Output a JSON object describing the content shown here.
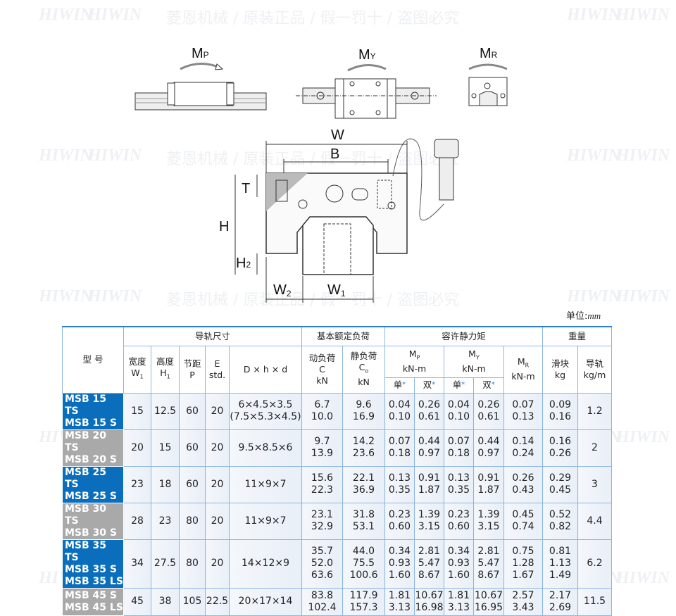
{
  "watermark": {
    "brand": "HIWIN",
    "slogan": "菱恩机械 / 原装正品 / 假一罚十 / 盗图必究"
  },
  "diagram": {
    "moments": [
      {
        "M": "M",
        "sub": "P"
      },
      {
        "M": "M",
        "sub": "Y"
      },
      {
        "M": "M",
        "sub": "R"
      }
    ],
    "dims": {
      "W": "W",
      "B": "B",
      "T": "T",
      "H": "H",
      "H2": "H",
      "H2_sub": "2",
      "W2": "W",
      "W2_sub": "2",
      "W1": "W",
      "W1_sub": "1"
    }
  },
  "unit": {
    "label": "单位:",
    "value": "mm"
  },
  "table": {
    "head": {
      "model": "型 号",
      "rail_dims": "导轨尺寸",
      "load": "基本额定负荷",
      "moment": "容许静力矩",
      "weight": "重量",
      "w1": [
        "宽度",
        "W",
        "1"
      ],
      "h1": [
        "高度",
        "H",
        "1"
      ],
      "p": [
        "节距",
        "P"
      ],
      "e": [
        "E",
        "std."
      ],
      "dhd": "D × h × d",
      "c": [
        "动负荷",
        "C",
        "kN"
      ],
      "co": [
        "静负荷",
        "C",
        "o",
        "kN"
      ],
      "mp": [
        "M",
        "P",
        "kN-m"
      ],
      "my": [
        "M",
        "Y",
        "kN-m"
      ],
      "mr": [
        "M",
        "R",
        "kN-m"
      ],
      "single": "单",
      "double": "双",
      "star": "*",
      "slider": [
        "滑块",
        "kg"
      ],
      "rail": [
        "导轨",
        "kg/m"
      ]
    },
    "rows": [
      {
        "models": [
          "MSB 15 TS",
          "MSB 15 S"
        ],
        "w1": "15",
        "h1": "12.5",
        "p": "60",
        "e": "20",
        "dhd": [
          "6×4.5×3.5",
          "(7.5×5.3×4.5)"
        ],
        "c": [
          "6.7",
          "10.0"
        ],
        "co": [
          "9.6",
          "16.9"
        ],
        "mp1": [
          "0.04",
          "0.10"
        ],
        "mp2": [
          "0.26",
          "0.61"
        ],
        "my1": [
          "0.04",
          "0.10"
        ],
        "my2": [
          "0.26",
          "0.61"
        ],
        "mr": [
          "0.07",
          "0.13"
        ],
        "kg": [
          "0.09",
          "0.16"
        ],
        "rail": "1.2"
      },
      {
        "models": [
          "MSB 20 TS",
          "MSB 20 S"
        ],
        "w1": "20",
        "h1": "15",
        "p": "60",
        "e": "20",
        "dhd": [
          "9.5×8.5×6"
        ],
        "c": [
          "9.7",
          "13.9"
        ],
        "co": [
          "14.2",
          "23.6"
        ],
        "mp1": [
          "0.07",
          "0.18"
        ],
        "mp2": [
          "0.44",
          "0.97"
        ],
        "my1": [
          "0.07",
          "0.18"
        ],
        "my2": [
          "0.44",
          "0.97"
        ],
        "mr": [
          "0.14",
          "0.24"
        ],
        "kg": [
          "0.16",
          "0.26"
        ],
        "rail": "2"
      },
      {
        "models": [
          "MSB 25 TS",
          "MSB 25 S"
        ],
        "w1": "23",
        "h1": "18",
        "p": "60",
        "e": "20",
        "dhd": [
          "11×9×7"
        ],
        "c": [
          "15.6",
          "22.3"
        ],
        "co": [
          "22.1",
          "36.9"
        ],
        "mp1": [
          "0.13",
          "0.35"
        ],
        "mp2": [
          "0.91",
          "1.87"
        ],
        "my1": [
          "0.13",
          "0.35"
        ],
        "my2": [
          "0.91",
          "1.87"
        ],
        "mr": [
          "0.26",
          "0.43"
        ],
        "kg": [
          "0.29",
          "0.45"
        ],
        "rail": "3"
      },
      {
        "models": [
          "MSB 30 TS",
          "MSB 30 S"
        ],
        "w1": "28",
        "h1": "23",
        "p": "80",
        "e": "20",
        "dhd": [
          "11×9×7"
        ],
        "c": [
          "23.1",
          "32.9"
        ],
        "co": [
          "31.8",
          "53.1"
        ],
        "mp1": [
          "0.23",
          "0.60"
        ],
        "mp2": [
          "1.39",
          "3.15"
        ],
        "my1": [
          "0.23",
          "0.60"
        ],
        "my2": [
          "1.39",
          "3.15"
        ],
        "mr": [
          "0.45",
          "0.74"
        ],
        "kg": [
          "0.52",
          "0.82"
        ],
        "rail": "4.4"
      },
      {
        "models": [
          "MSB 35 TS",
          "MSB 35 S",
          "MSB 35 LS"
        ],
        "w1": "34",
        "h1": "27.5",
        "p": "80",
        "e": "20",
        "dhd": [
          "14×12×9"
        ],
        "c": [
          "35.7",
          "52.0",
          "63.6"
        ],
        "co": [
          "44.0",
          "75.5",
          "100.6"
        ],
        "mp1": [
          "0.34",
          "0.93",
          "1.60"
        ],
        "mp2": [
          "2.81",
          "5.47",
          "8.67"
        ],
        "my1": [
          "0.34",
          "0.93",
          "1.60"
        ],
        "my2": [
          "2.81",
          "5.47",
          "8.67"
        ],
        "mr": [
          "0.75",
          "1.28",
          "1.67"
        ],
        "kg": [
          "0.81",
          "1.13",
          "1.49"
        ],
        "rail": "6.2"
      },
      {
        "models": [
          "MSB 45 S",
          "MSB 45 LS"
        ],
        "w1": "45",
        "h1": "38",
        "p": "105",
        "e": "22.5",
        "dhd": [
          "20×17×14"
        ],
        "c": [
          "83.8",
          "102.4"
        ],
        "co": [
          "117.9",
          "157.3"
        ],
        "mp1": [
          "1.81",
          "3.13"
        ],
        "mp2": [
          "10.67",
          "16.98"
        ],
        "my1": [
          "1.81",
          "3.13"
        ],
        "my2": [
          "10.67",
          "16.95"
        ],
        "mr": [
          "2.57",
          "3.43"
        ],
        "kg": [
          "2.17",
          "2.69"
        ],
        "rail": "11.5"
      }
    ]
  }
}
